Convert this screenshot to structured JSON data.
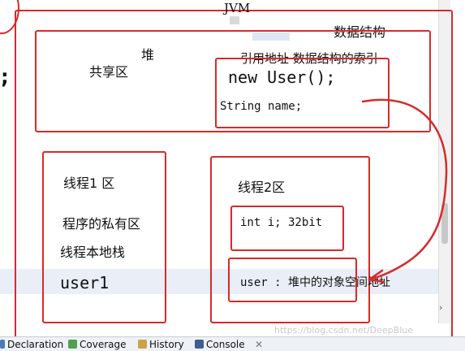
{
  "labels": {
    "jvm": "JVM",
    "data_structure": "数据结构",
    "heap": "堆",
    "shared_area": "共享区",
    "reference_note": "引用地址 数据结构的索引",
    "new_user": "new User();",
    "string_name": "String name;",
    "thread1_title": "线程1 区",
    "private_area": "程序的私有区",
    "thread_stack": "线程本地栈",
    "user1": "user1",
    "thread2_title": "线程2区",
    "int_i": "int i; 32bit",
    "user_ref": "user : 堆中的对象空间地址"
  },
  "left_margin": {
    "semicolon": ";"
  },
  "bottom_tabs": [
    "Declaration",
    "Coverage",
    "History",
    "Console"
  ],
  "watermark": "https://blog.csdn.net/DeepBlue",
  "colors": {
    "annotation": "#d82a2a",
    "highlight_line": "#e9eef7",
    "tab_bar": "#eef1f6"
  }
}
